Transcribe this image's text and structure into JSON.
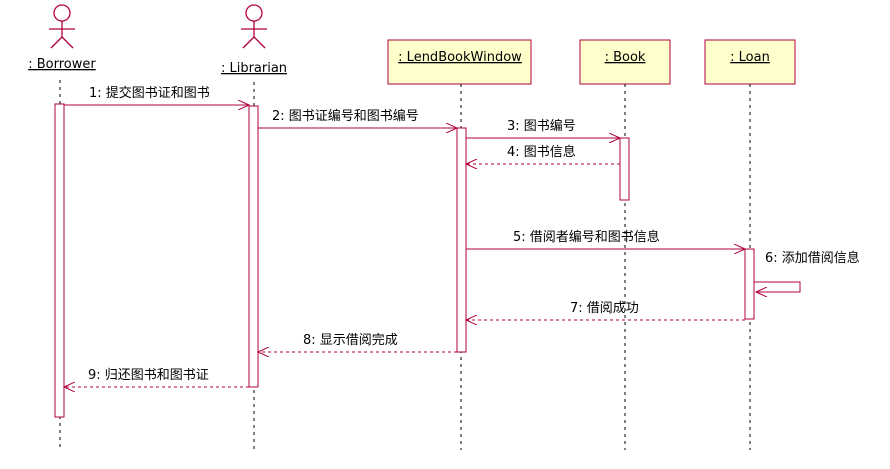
{
  "participants": [
    {
      "id": "borrower",
      "label": ": Borrower",
      "kind": "actor"
    },
    {
      "id": "librarian",
      "label": ": Librarian",
      "kind": "actor"
    },
    {
      "id": "lendbookwindow",
      "label": ": LendBookWindow",
      "kind": "object"
    },
    {
      "id": "book",
      "label": ": Book",
      "kind": "object"
    },
    {
      "id": "loan",
      "label": ": Loan",
      "kind": "object"
    }
  ],
  "messages": [
    {
      "seq": "1",
      "text": "1: 提交图书证和图书",
      "from": "borrower",
      "to": "librarian",
      "kind": "call"
    },
    {
      "seq": "2",
      "text": "2: 图书证编号和图书编号",
      "from": "librarian",
      "to": "lendbookwindow",
      "kind": "call"
    },
    {
      "seq": "3",
      "text": "3: 图书编号",
      "from": "lendbookwindow",
      "to": "book",
      "kind": "call"
    },
    {
      "seq": "4",
      "text": "4: 图书信息",
      "from": "book",
      "to": "lendbookwindow",
      "kind": "return"
    },
    {
      "seq": "5",
      "text": "5: 借阅者编号和图书信息",
      "from": "lendbookwindow",
      "to": "loan",
      "kind": "call"
    },
    {
      "seq": "6",
      "text": "6: 添加借阅信息",
      "from": "loan",
      "to": "loan",
      "kind": "self"
    },
    {
      "seq": "7",
      "text": "7: 借阅成功",
      "from": "loan",
      "to": "lendbookwindow",
      "kind": "return"
    },
    {
      "seq": "8",
      "text": "8: 显示借阅完成",
      "from": "lendbookwindow",
      "to": "librarian",
      "kind": "return"
    },
    {
      "seq": "9",
      "text": "9: 归还图书和图书证",
      "from": "librarian",
      "to": "borrower",
      "kind": "return"
    }
  ],
  "colors": {
    "call_arrow": "#b0003a",
    "return_arrow": "#b0003a",
    "object_fill": "#ffffcc",
    "object_border": "#b0003a",
    "actor_stroke": "#b0003a",
    "lifeline": "#000000",
    "activation_border": "#b0003a",
    "activation_fill": "#ffffff"
  }
}
